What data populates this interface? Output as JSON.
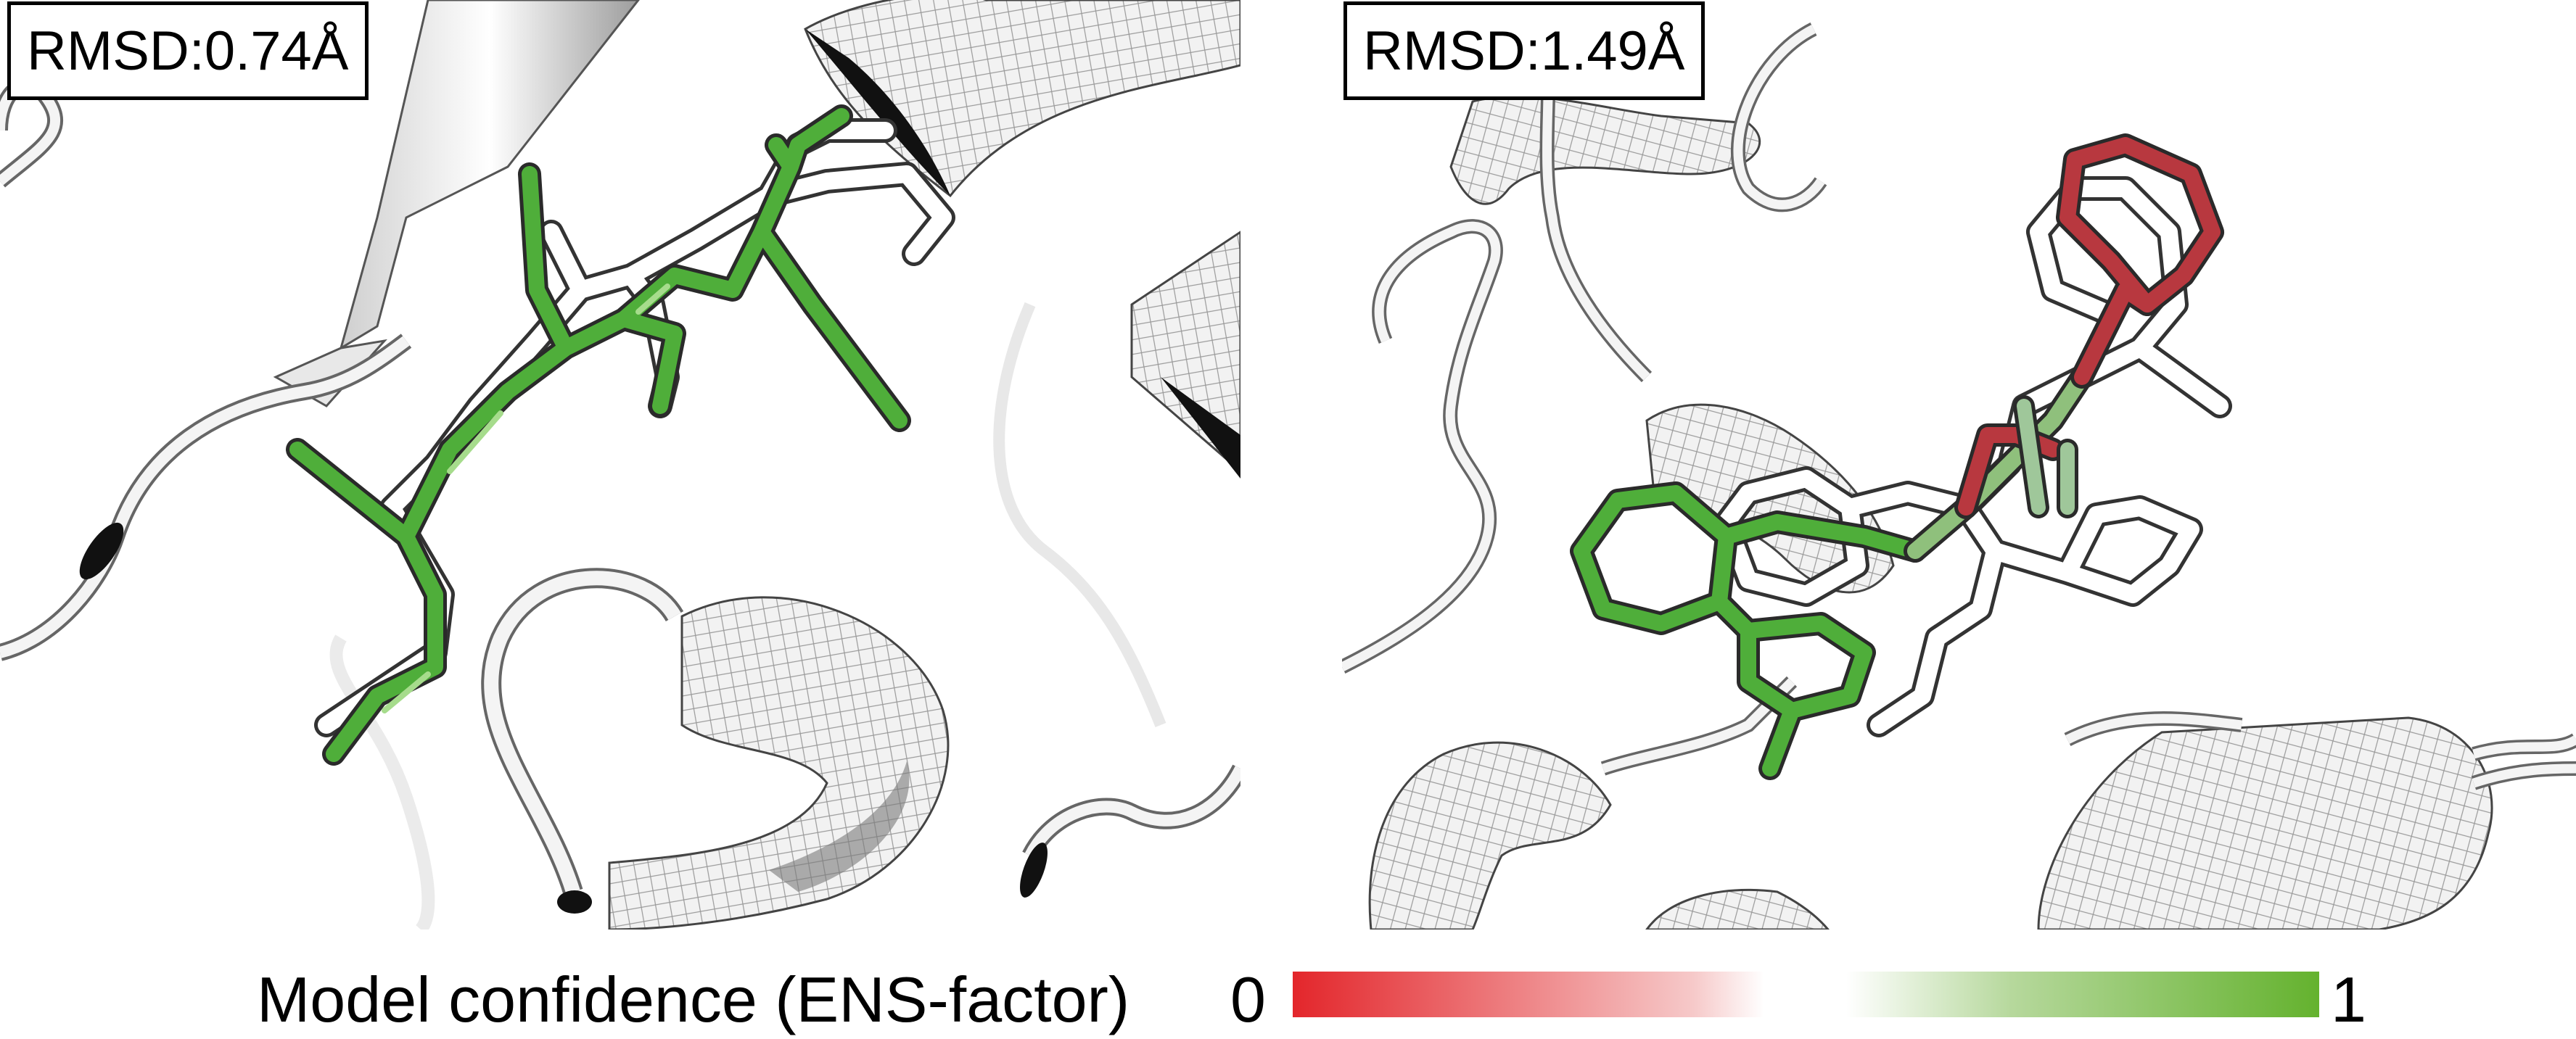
{
  "panels": [
    {
      "rmsd_label": "RMSD:0.74Å"
    },
    {
      "rmsd_label": "RMSD:1.49Å"
    }
  ],
  "legend": {
    "label": "Model confidence (ENS-factor)",
    "min_label": "0",
    "max_label": "1",
    "low_color": "#e3262b",
    "high_color": "#64b22e"
  },
  "colors": {
    "ligand_green": "#4fae3a",
    "ligand_red": "#b8383f",
    "reference_white": "#ffffff",
    "ribbon_gray": "#e6e6e6"
  }
}
